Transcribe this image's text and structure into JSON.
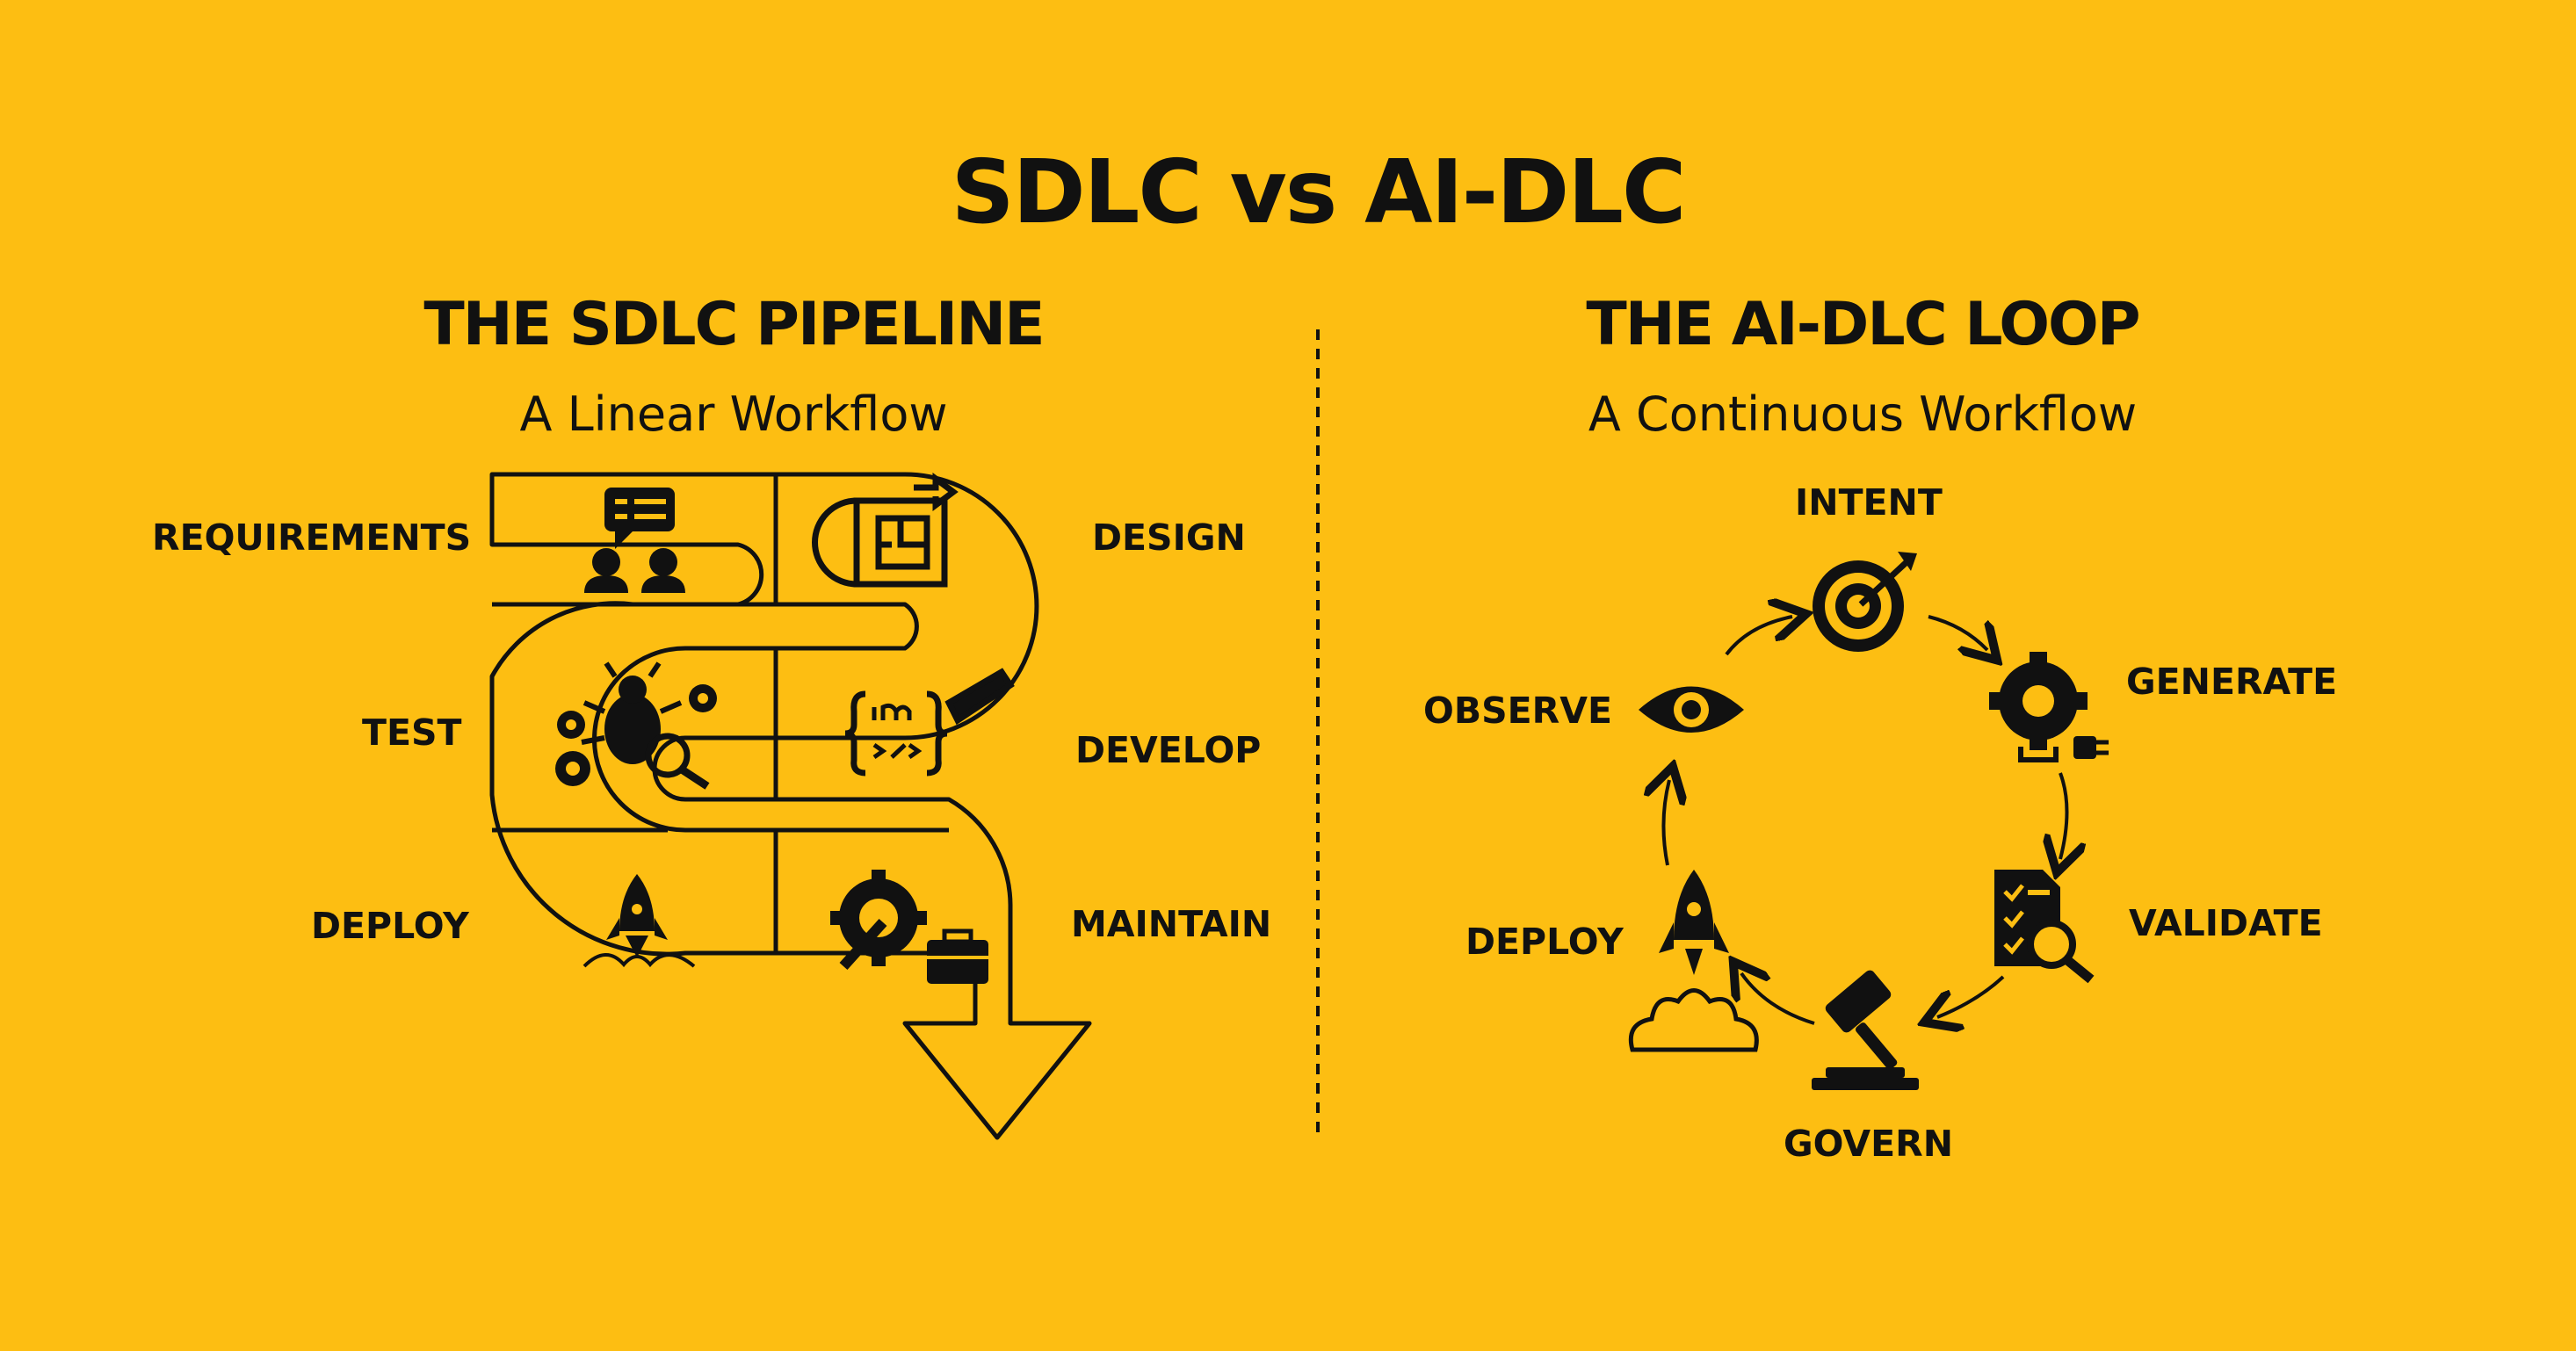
{
  "title": "SDLC vs AI-DLC",
  "left": {
    "heading": "THE SDLC PIPELINE",
    "subtitle": "A Linear Workflow",
    "stages": {
      "requirements": "REQUIREMENTS",
      "design": "DESIGN",
      "test": "TEST",
      "develop": "DEVELOP",
      "deploy": "DEPLOY",
      "maintain": "MAINTAIN"
    }
  },
  "right": {
    "heading": "THE AI-DLC LOOP",
    "subtitle": "A Continuous Workflow",
    "stages": {
      "intent": "INTENT",
      "generate": "GENERATE",
      "validate": "VALIDATE",
      "govern": "GOVERN",
      "deploy": "DEPLOY",
      "observe": "OBSERVE"
    }
  },
  "colors": {
    "background": "#FDBE12",
    "ink": "#111111"
  },
  "icons": [
    "team-chat-icon",
    "blueprint-icon",
    "bug-gears-icon",
    "code-pencil-icon",
    "rocket-icon",
    "gear-wrench-toolbox-icon",
    "target-icon",
    "gear-plug-icon",
    "checklist-magnifier-icon",
    "gavel-icon",
    "rocket-launch-icon",
    "eye-icon"
  ]
}
